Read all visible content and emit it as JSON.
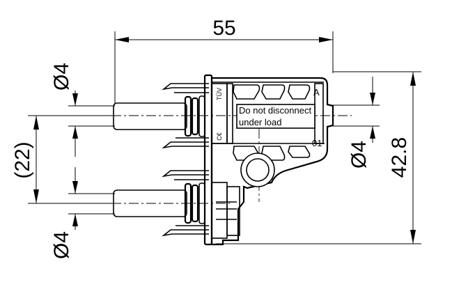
{
  "dimensions": {
    "width": "55",
    "height": "42.8",
    "pitch": "(22)",
    "dia_top_left": "Ø4",
    "dia_bottom_left": "Ø4",
    "dia_right": "Ø4"
  },
  "labels": {
    "warning_line1": "Do not disconnect",
    "warning_line2": "under load",
    "mark_a": "A",
    "mark_01": "01",
    "mark_tuv": "TÜV",
    "mark_cert": "C€"
  }
}
